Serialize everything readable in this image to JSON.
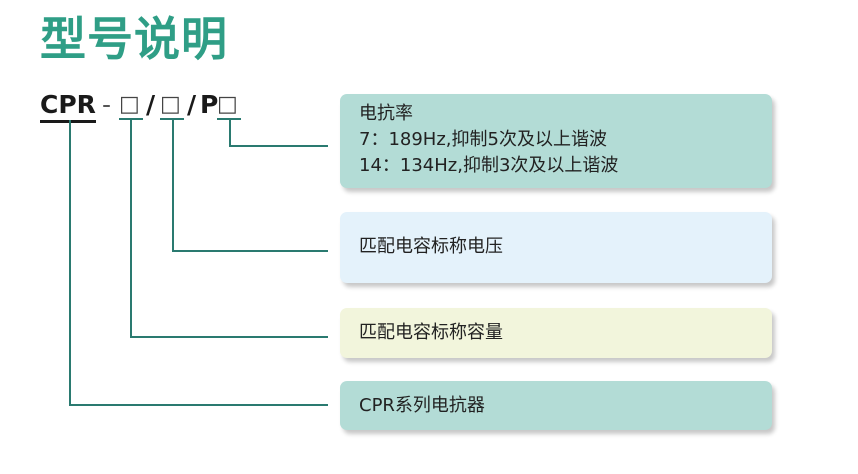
{
  "title": "型号说明",
  "model_code": {
    "prefix": "CPR",
    "dash": "-",
    "slot1": "□",
    "sep1": "/",
    "slot2": "□",
    "sep2": "/",
    "p_letter": "P",
    "slot3": "□"
  },
  "descriptions": {
    "reactance": {
      "label": "电抗率",
      "line1": "7：189Hz,抑制5次及以上谐波",
      "line2": "14：134Hz,抑制3次及以上谐波"
    },
    "voltage": "匹配电容标称电压",
    "capacity": "匹配电容标称容量",
    "series": "CPR系列电抗器"
  },
  "colors": {
    "title": "#2f9e86",
    "connector": "#2a7a70",
    "box_teal": "#b3dcd6",
    "box_blue": "#e4f2fb",
    "box_yellow": "#f2f5dc"
  }
}
